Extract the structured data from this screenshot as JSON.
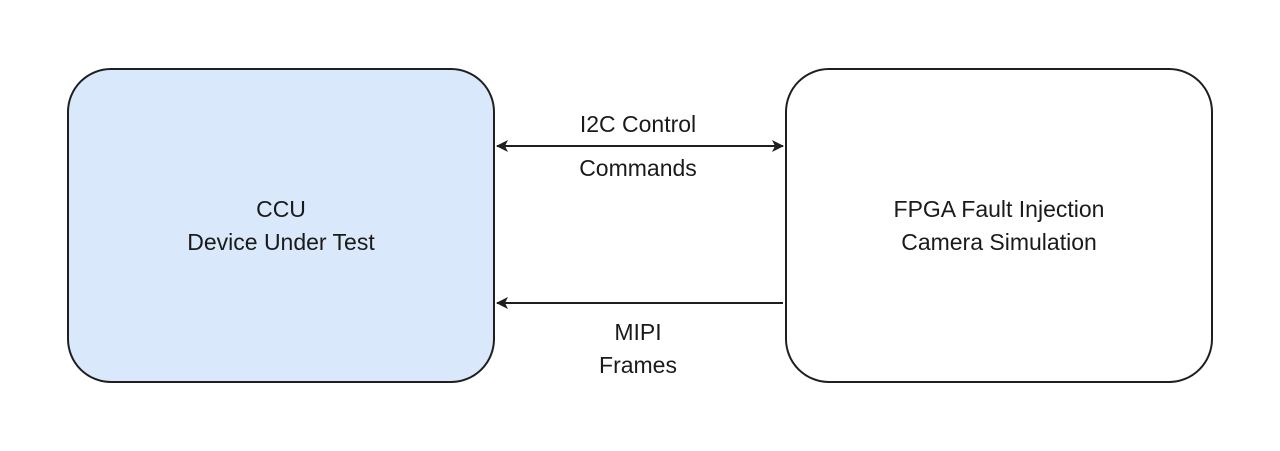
{
  "nodes": {
    "ccu": {
      "line1": "CCU",
      "line2": "Device Under Test",
      "fill": "#dae8fc"
    },
    "fpga": {
      "line1": "FPGA Fault Injection",
      "line2": "Camera Simulation",
      "fill": "#ffffff"
    }
  },
  "edges": {
    "i2c": {
      "label_line1": "I2C Control",
      "label_line2": "Commands",
      "direction": "bidirectional"
    },
    "mipi": {
      "label_line1": "MIPI",
      "label_line2": "Frames",
      "direction": "fpga-to-ccu"
    }
  },
  "colors": {
    "stroke": "#1f1f1f",
    "text": "#1a1a1a"
  }
}
